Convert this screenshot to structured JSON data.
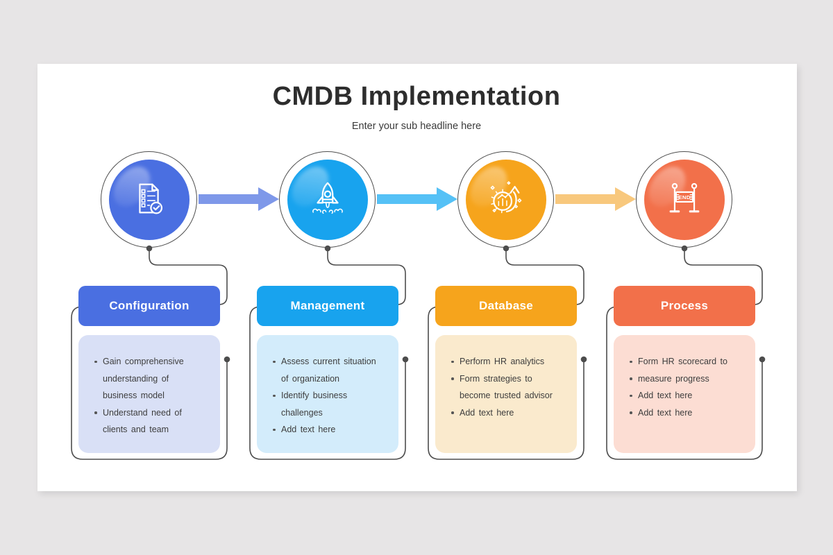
{
  "theme": {
    "page_bg": "#e7e5e6",
    "slide_bg": "#ffffff",
    "line": "#4d4d4d",
    "title_color": "#2d2d2d",
    "text_color": "#3d3d3d"
  },
  "slide": {
    "title": "CMDB Implementation",
    "subtitle": "Enter your sub headline here"
  },
  "steps": [
    {
      "label": "Configuration",
      "icon": "document-checklist-icon",
      "color": "#4a6fe1",
      "body_color": "#d9e0f6",
      "arrow_color": "#7e98e9",
      "bullets": [
        [
          "Gain comprehensive",
          "understanding of",
          "business model"
        ],
        [
          "Understand need of",
          "clients and team"
        ]
      ]
    },
    {
      "label": "Management",
      "icon": "rocket-icon",
      "color": "#18a3ee",
      "body_color": "#d3ecfb",
      "arrow_color": "#55c1f6",
      "bullets": [
        [
          "Assess current situation",
          "of organization"
        ],
        [
          "Identify business",
          "challenges"
        ],
        [
          "Add text here"
        ]
      ]
    },
    {
      "label": "Database",
      "icon": "analytics-growth-gear-icon",
      "color": "#f6a41c",
      "body_color": "#faeacd",
      "arrow_color": "#f8c87d",
      "bullets": [
        [
          "Perform HR analytics"
        ],
        [
          "Form strategies to",
          "become trusted advisor"
        ],
        [
          "Add text here"
        ]
      ]
    },
    {
      "label": "Process",
      "icon": "finish-line-end-icon",
      "color": "#f2704a",
      "body_color": "#fcddd3",
      "arrow_color": null,
      "bullets": [
        [
          "Form HR scorecard to"
        ],
        [
          "measure progress"
        ],
        [
          "Add text here"
        ],
        [
          "Add text here"
        ]
      ]
    }
  ]
}
